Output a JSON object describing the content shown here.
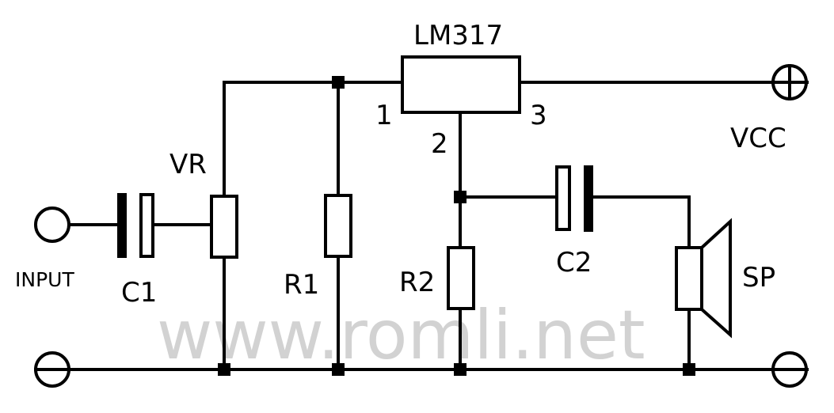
{
  "labels": {
    "regulator": "LM317",
    "pin1": "1",
    "pin2": "2",
    "pin3": "3",
    "vcc": "VCC",
    "vr": "VR",
    "input": "INPUT",
    "c1": "C1",
    "r1": "R1",
    "r2": "R2",
    "c2": "C2",
    "sp": "SP"
  },
  "watermark": "www.romli.net",
  "colors": {
    "line": "#000000",
    "watermark": "#d2d2d2",
    "background": "#ffffff"
  }
}
